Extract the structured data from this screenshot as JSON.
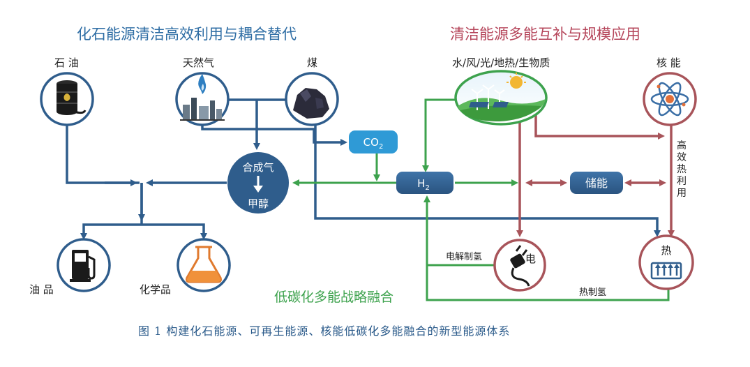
{
  "headings": {
    "left": "化石能源清洁高效利用与耦合替代",
    "right": "清洁能源多能互补与规模应用",
    "bottom": "低碳化多能战略融合"
  },
  "sources": {
    "oil": "石 油",
    "gas": "天然气",
    "coal": "煤",
    "renewables": "水/风/光/地热/生物质",
    "nuclear": "核  能"
  },
  "nodes": {
    "syngas_top": "合成气",
    "syngas_bottom": "甲醇",
    "co2": "CO",
    "co2_sub": "2",
    "h2": "H",
    "h2_sub": "2",
    "storage": "储能",
    "electricity": "电",
    "heat": "热",
    "fuel": "油  品",
    "chemicals": "化学品"
  },
  "edge_labels": {
    "electrolysis": "电解制氢",
    "thermal_h2": "热制氢",
    "heat_use": "高效热利用"
  },
  "caption": "图 1   构建化石能源、可再生能源、核能低碳化多能融合的新型能源体系",
  "colors": {
    "blue": "#2f5d8c",
    "blue_text": "#2e6da4",
    "red": "#a8545a",
    "red_text": "#b5455a",
    "green": "#3da24d",
    "cyan": "#2f9ad6",
    "caption": "#2a5a8a"
  }
}
